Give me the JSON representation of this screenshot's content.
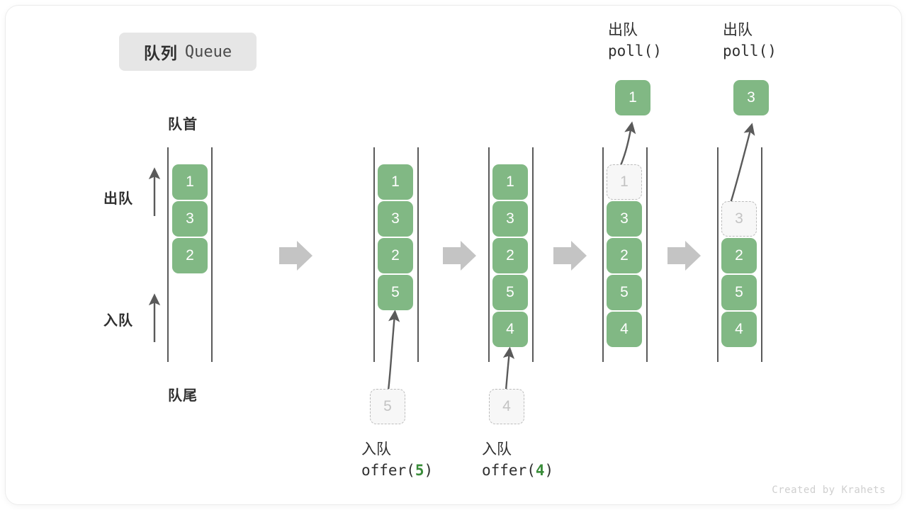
{
  "title": {
    "cn": "队列",
    "en": "Queue"
  },
  "labels": {
    "head": "队首",
    "tail": "队尾",
    "dequeue_side": "出队",
    "enqueue_side": "入队"
  },
  "credit": "Created by Krahets",
  "colors": {
    "cell_fill": "#81b884",
    "cell_text": "#ffffff",
    "ghost_fill": "#f7f7f7",
    "ghost_border": "#bdbdbd",
    "ghost_text": "#c3c3c3",
    "rail": "#5a5a5a",
    "step_arrow": "#c4c4c4",
    "accent_green": "#3a8c3a",
    "badge_bg": "#e6e6e6",
    "text": "#2f2f2f"
  },
  "columns": [
    {
      "id": "col-initial",
      "cells": [
        {
          "value": "1",
          "state": "filled"
        },
        {
          "value": "3",
          "state": "filled"
        },
        {
          "value": "2",
          "state": "filled"
        }
      ]
    },
    {
      "id": "col-after-offer-5",
      "cells": [
        {
          "value": "1",
          "state": "filled"
        },
        {
          "value": "3",
          "state": "filled"
        },
        {
          "value": "2",
          "state": "filled"
        },
        {
          "value": "5",
          "state": "filled"
        }
      ],
      "incoming": {
        "value": "5"
      },
      "op": {
        "cn": "入队",
        "fn": "offer(",
        "arg": "5",
        "fn_end": ")"
      }
    },
    {
      "id": "col-after-offer-4",
      "cells": [
        {
          "value": "1",
          "state": "filled"
        },
        {
          "value": "3",
          "state": "filled"
        },
        {
          "value": "2",
          "state": "filled"
        },
        {
          "value": "5",
          "state": "filled"
        },
        {
          "value": "4",
          "state": "filled"
        }
      ],
      "incoming": {
        "value": "4"
      },
      "op": {
        "cn": "入队",
        "fn": "offer(",
        "arg": "4",
        "fn_end": ")"
      }
    },
    {
      "id": "col-after-poll-1",
      "cells": [
        {
          "value": "1",
          "state": "ghost"
        },
        {
          "value": "3",
          "state": "filled"
        },
        {
          "value": "2",
          "state": "filled"
        },
        {
          "value": "5",
          "state": "filled"
        },
        {
          "value": "4",
          "state": "filled"
        }
      ],
      "outgoing": {
        "value": "1"
      },
      "op": {
        "cn": "出队",
        "fn": "poll()"
      }
    },
    {
      "id": "col-after-poll-3",
      "cells": [
        {
          "value": "3",
          "state": "ghost"
        },
        {
          "value": "2",
          "state": "filled"
        },
        {
          "value": "5",
          "state": "filled"
        },
        {
          "value": "4",
          "state": "filled"
        }
      ],
      "outgoing": {
        "value": "3"
      },
      "op": {
        "cn": "出队",
        "fn": "poll()"
      }
    }
  ],
  "step_arrows": [
    {
      "id": "step-arrow-1"
    },
    {
      "id": "step-arrow-2"
    },
    {
      "id": "step-arrow-3"
    },
    {
      "id": "step-arrow-4"
    }
  ]
}
